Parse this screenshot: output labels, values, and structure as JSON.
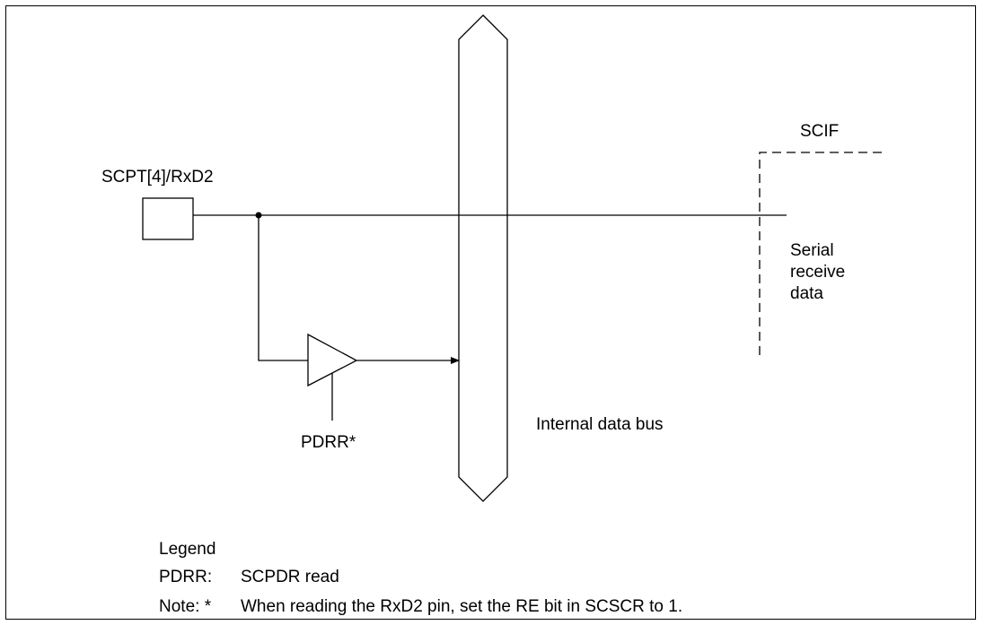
{
  "diagram": {
    "pin_label": "SCPT[4]/RxD2",
    "block_label": "SCIF",
    "signal_label": [
      "Serial",
      "receive",
      "data"
    ],
    "buffer_label": "PDRR*",
    "bus_label": "Internal data bus"
  },
  "legend": {
    "title": "Legend",
    "entry_key": "PDRR:",
    "entry_desc": "SCPDR read"
  },
  "note": {
    "prefix": "Note: *",
    "text": "When reading the RxD2 pin, set the RE bit in SCSCR to 1."
  }
}
